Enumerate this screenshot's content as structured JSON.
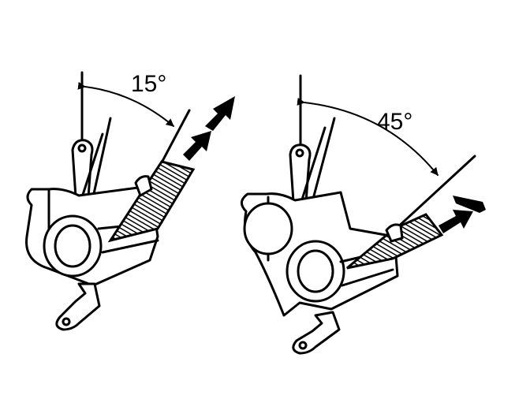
{
  "figures": [
    {
      "angle_label": "15°",
      "angle_value": 15
    },
    {
      "angle_label": "45°",
      "angle_value": 45
    }
  ],
  "colors": {
    "ink": "#000000",
    "paper": "#ffffff"
  }
}
